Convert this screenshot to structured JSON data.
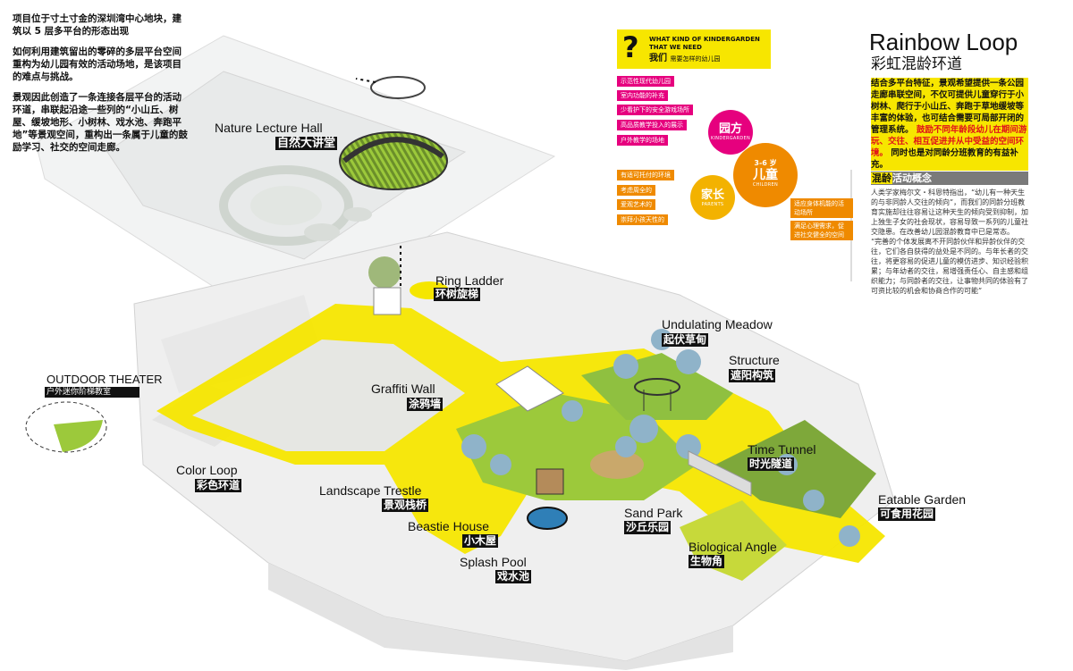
{
  "intro": {
    "p1": "项目位于寸土寸金的深圳湾中心地块，建筑以 5 层多平台的形态出现",
    "p2": "如何利用建筑留出的零碎的多层平台空间重构为幼儿园有效的活动场地，是该项目的难点与挑战。",
    "p3": "景观因此创造了一条连接各层平台的活动环道，串联起沿途一些列的“小山丘、树屋、缓坡地形、小树林、戏水池、奔跑平地”等景观空间，重构出一条属于儿童的鼓励学习、社交的空间走廊。"
  },
  "question": {
    "mark": "?",
    "en_line1": "WHAT KIND OF KINDERGARDEN",
    "en_line2": "THAT WE NEED",
    "cn_big": "我们",
    "cn_small": "需要怎样的幼儿园"
  },
  "needs_pink": [
    "示范性现代幼儿园",
    "室内功能的补充",
    "少看护下的安全游戏场所",
    "高品质教学投入的展示",
    "户外教学的场地"
  ],
  "needs_orange_left": [
    "有适可托付的环境",
    "考虑周全的",
    "爱观艺术的",
    "崇拜小孩天性的"
  ],
  "needs_orange_right": [
    "适应身体机能的活动场所",
    "满足心理需求，促进社交健全的空间"
  ],
  "circles": {
    "kindergarten_cn": "园方",
    "kindergarten_en": "KINDERGARDEN",
    "age": "3-6 岁",
    "children_cn": "儿童",
    "children_en": "CHILDREN",
    "parents_cn": "家长",
    "parents_en": "PARENTS"
  },
  "rainbow": {
    "title_en": "Rainbow Loop",
    "title_cn": "彩虹混龄环道",
    "body_black": "结合多平台特征，景观希望提供一条公园走廊串联空间，不仅可提供儿童穿行于小树林、爬行于小山丘、奔跑于草地缓坡等丰富的体验，也可结合需要可局部开闭的管理系统。",
    "body_red": "鼓励不同年龄段幼儿在期间游玩、交往、相互促进并从中受益的空间环境。",
    "body_end": "同时也是对同龄分班教育的有益补充。",
    "concept_hl": "混龄",
    "concept_rest": "活动概念",
    "essay1": "人类学家梅尔文・科恩特指出，“幼儿有一种天生的与非同龄人交往的倾向”，而我们的同龄分班教育实施却往往容易让这种天生的倾向受到抑制，加上独生子女的社会现状，容易导致一系列的儿童社交隐患。在改善幼儿园混龄教育中已是常态。",
    "essay2": "“完善的个体发展离不开同龄伙伴和异龄伙伴的交往，它们各自获得的益处是不同的。与年长者的交往，将更容易的促进儿童的模仿进步、知识经验积累；与年幼者的交往，易增强责任心、自主感和组织能力；与同龄者的交往，让事物共同的体验有了可资比较的机会和协商合作的可能”"
  },
  "labels": {
    "nature_en": "Nature Lecture Hall",
    "nature_cn": "自然大讲堂",
    "ring_en": "Ring Ladder",
    "ring_cn": "环树旋梯",
    "undulating_en": "Undulating Meadow",
    "undulating_cn": "起伏草甸",
    "structure_en": "Structure",
    "structure_cn": "遮阳构筑",
    "outdoor_en": "OUTDOOR THEATER",
    "outdoor_cn": "户外迷你阶梯教室",
    "graffiti_en": "Graffiti Wall",
    "graffiti_cn": "涂鸦墙",
    "time_en": "Time Tunnel",
    "time_cn": "时光隧道",
    "color_en": "Color Loop",
    "color_cn": "彩色环道",
    "trestle_en": "Landscape Trestle",
    "trestle_cn": "景观栈桥",
    "eatable_en": "Eatable Garden",
    "eatable_cn": "可食用花园",
    "sand_en": "Sand Park",
    "sand_cn": "沙丘乐园",
    "beastie_en": "Beastie House",
    "beastie_cn": "小木屋",
    "bio_en": "Biological Angle",
    "bio_cn": "生物角",
    "splash_en": "Splash Pool",
    "splash_cn": "戏水池"
  },
  "colors": {
    "yellow": "#f7e600",
    "pink": "#e6007e",
    "orange": "#ef8a00",
    "green": "#9cc93b",
    "tree": "#8fb3c9",
    "path": "#f5e600"
  }
}
